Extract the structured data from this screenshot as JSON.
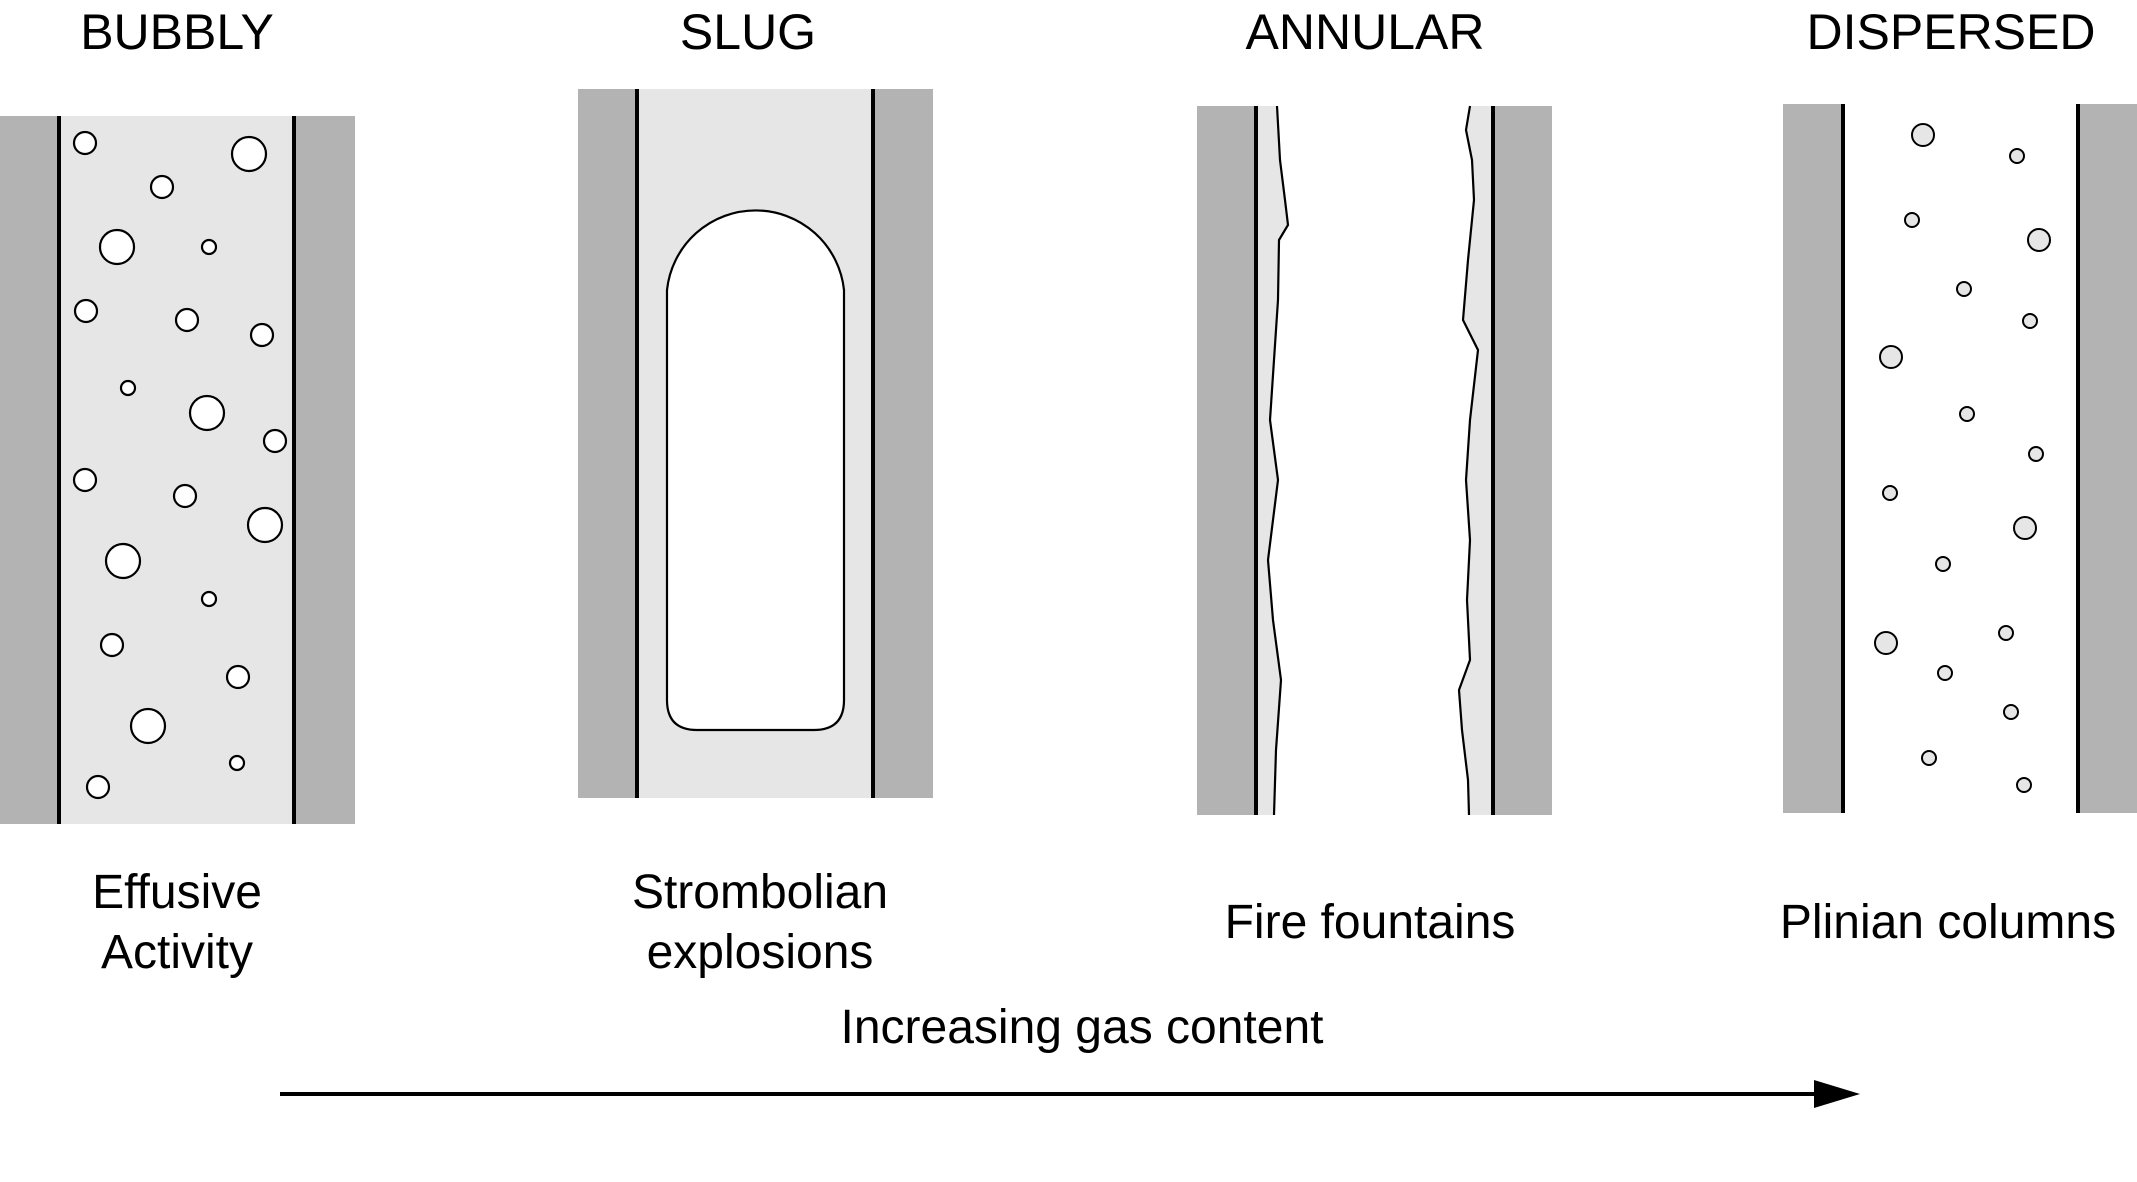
{
  "regimes": [
    {
      "title": "BUBBLY",
      "description": [
        "Effusive",
        "Activity"
      ]
    },
    {
      "title": "SLUG",
      "description": [
        "Strombolian",
        "explosions"
      ]
    },
    {
      "title": "ANNULAR",
      "description": [
        "Fire fountains"
      ]
    },
    {
      "title": "DISPERSED",
      "description": [
        "Plinian columns"
      ]
    }
  ],
  "trend": {
    "label": "Increasing gas content"
  },
  "colors": {
    "wall": "#b3b3b3",
    "magma": "#e6e6e6",
    "outline": "#000000",
    "background": "#ffffff"
  },
  "icons": {
    "trend_arrow": "right-arrow"
  }
}
